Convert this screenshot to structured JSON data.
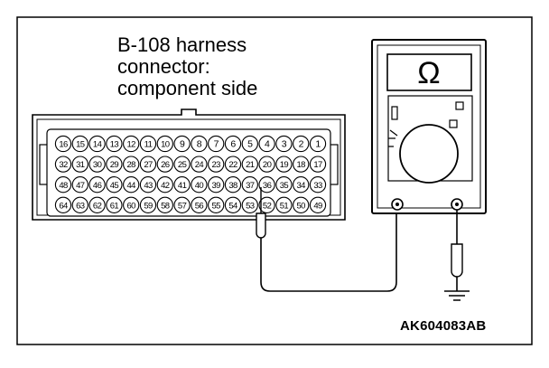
{
  "label": {
    "lines": [
      "B-108 harness",
      "connector:",
      "component side"
    ]
  },
  "meter": {
    "display_symbol": "Ω"
  },
  "connector": {
    "rows": [
      [
        "16",
        "15",
        "14",
        "13",
        "12",
        "11",
        "10",
        "9",
        "8",
        "7",
        "6",
        "5",
        "4",
        "3",
        "2",
        "1"
      ],
      [
        "32",
        "31",
        "30",
        "29",
        "28",
        "27",
        "26",
        "25",
        "24",
        "23",
        "22",
        "21",
        "20",
        "19",
        "18",
        "17"
      ],
      [
        "48",
        "47",
        "46",
        "45",
        "44",
        "43",
        "42",
        "41",
        "40",
        "39",
        "38",
        "37",
        "36",
        "35",
        "34",
        "33"
      ],
      [
        "64",
        "63",
        "62",
        "61",
        "60",
        "59",
        "58",
        "57",
        "56",
        "55",
        "54",
        "53",
        "52",
        "51",
        "50",
        "49"
      ]
    ],
    "probe_pin": "36"
  },
  "figure_code": "AK604083AB",
  "colors": {
    "line": "#000000",
    "background": "#ffffff"
  }
}
